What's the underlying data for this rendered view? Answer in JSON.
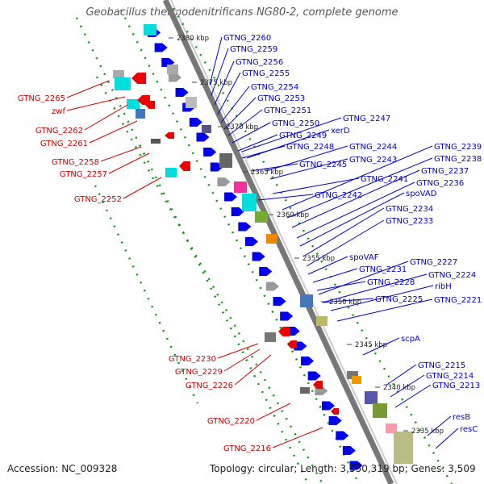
{
  "title": "Geobacillus thermodenitrificans NG80-2, complete genome",
  "footer": {
    "accession": "Accession: NC_009328",
    "summary": "Topology: circular; Length: 3,550,319 bp; Genes: 3,509"
  },
  "colors": {
    "forward_label": "#0000cc",
    "reverse_label": "#cc0000",
    "forward_gene": "#0000ee",
    "reverse_gene": "#ee0000",
    "backbone": "#777777",
    "dotted_track": "#119911",
    "cyan_feature": "#00dddd",
    "gray_feature": "#999999"
  },
  "scale_labels": [
    {
      "text": "2380 kbp"
    },
    {
      "text": "2375 kbp"
    },
    {
      "text": "2370 kbp"
    },
    {
      "text": "2365 kbp"
    },
    {
      "text": "2360 kbp"
    },
    {
      "text": "2355 kbp"
    },
    {
      "text": "2350 kbp"
    },
    {
      "text": "2345 kbp"
    },
    {
      "text": "2340 kbp"
    },
    {
      "text": "2335 kbp"
    }
  ],
  "forward_labels": [
    {
      "text": "GTNG_2260"
    },
    {
      "text": "GTNG_2259"
    },
    {
      "text": "GTNG_2256"
    },
    {
      "text": "GTNG_2255"
    },
    {
      "text": "GTNG_2254"
    },
    {
      "text": "GTNG_2253"
    },
    {
      "text": "GTNG_2251"
    },
    {
      "text": "GTNG_2250"
    },
    {
      "text": "GTNG_2247"
    },
    {
      "text": "xerD"
    },
    {
      "text": "GTNG_2249"
    },
    {
      "text": "GTNG_2248"
    },
    {
      "text": "GTNG_2244"
    },
    {
      "text": "GTNG_2243"
    },
    {
      "text": "GTNG_2245"
    },
    {
      "text": "GTNG_2239"
    },
    {
      "text": "GTNG_2238"
    },
    {
      "text": "GTNG_2241"
    },
    {
      "text": "GTNG_2237"
    },
    {
      "text": "GTNG_2236"
    },
    {
      "text": "GTNG_2242"
    },
    {
      "text": "spoVAD"
    },
    {
      "text": "GTNG_2234"
    },
    {
      "text": "GTNG_2233"
    },
    {
      "text": "spoVAF"
    },
    {
      "text": "GTNG_2227"
    },
    {
      "text": "GTNG_2231"
    },
    {
      "text": "GTNG_2224"
    },
    {
      "text": "GTNG_2228"
    },
    {
      "text": "ribH"
    },
    {
      "text": "GTNG_2225"
    },
    {
      "text": "GTNG_2221"
    },
    {
      "text": "scpA"
    },
    {
      "text": "GTNG_2215"
    },
    {
      "text": "GTNG_2214"
    },
    {
      "text": "GTNG_2213"
    },
    {
      "text": "resB"
    },
    {
      "text": "resC"
    }
  ],
  "reverse_labels": [
    {
      "text": "GTNG_2265"
    },
    {
      "text": "zwf"
    },
    {
      "text": "GTNG_2262"
    },
    {
      "text": "GTNG_2261"
    },
    {
      "text": "GTNG_2258"
    },
    {
      "text": "GTNG_2257"
    },
    {
      "text": "GTNG_2252"
    },
    {
      "text": "GTNG_2230"
    },
    {
      "text": "GTNG_2229"
    },
    {
      "text": "GTNG_2226"
    },
    {
      "text": "GTNG_2220"
    },
    {
      "text": "GTNG_2216"
    }
  ]
}
